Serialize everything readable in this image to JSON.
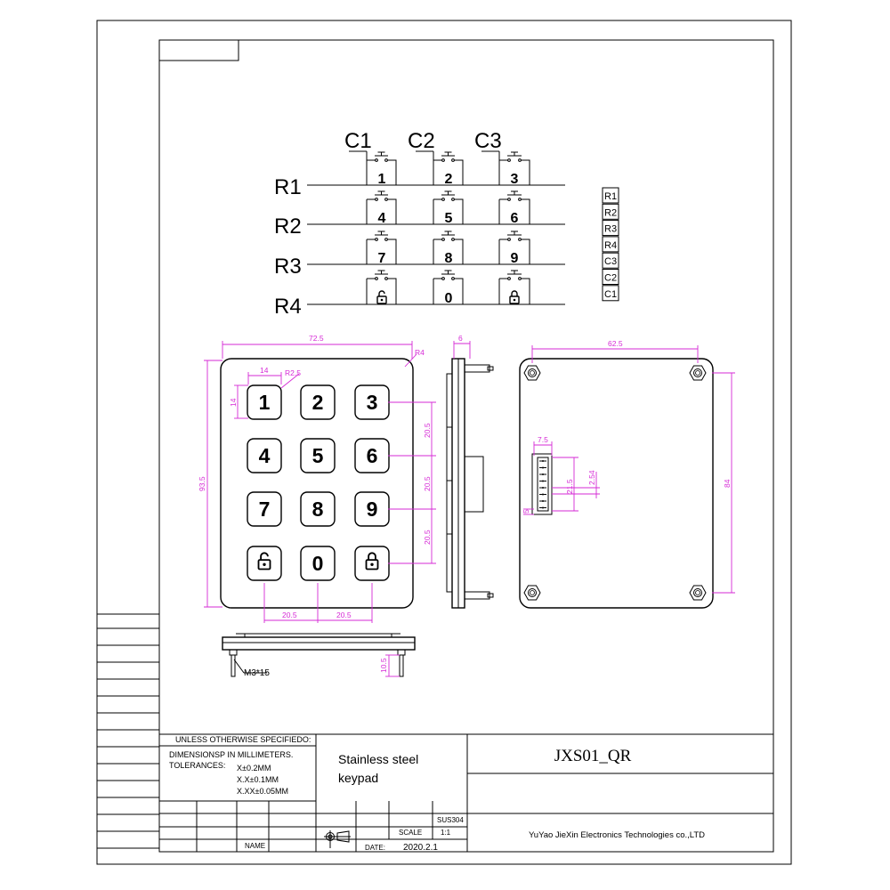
{
  "schematic": {
    "columns": [
      "C1",
      "C2",
      "C3"
    ],
    "rows": [
      "R1",
      "R2",
      "R3",
      "R4"
    ],
    "keys": [
      [
        "1",
        "2",
        "3"
      ],
      [
        "4",
        "5",
        "6"
      ],
      [
        "7",
        "8",
        "9"
      ],
      [
        "lock-open",
        "0",
        "lock-closed"
      ]
    ],
    "pins": [
      "R1",
      "R2",
      "R3",
      "R4",
      "C3",
      "C2",
      "C1"
    ]
  },
  "front_view": {
    "keys": [
      [
        "1",
        "2",
        "3"
      ],
      [
        "4",
        "5",
        "6"
      ],
      [
        "7",
        "8",
        "9"
      ],
      [
        "lock-open",
        "0",
        "lock-closed"
      ]
    ],
    "dims": {
      "width": "72.5",
      "height": "93.5",
      "corner_radius": "R4",
      "key_size_w": "14",
      "key_size_h": "14",
      "key_radius": "R2.5",
      "row_pitch_1": "20.5",
      "row_pitch_2": "20.5",
      "row_pitch_3": "20.5",
      "col_pitch_1": "20.5",
      "col_pitch_2": "20.5"
    }
  },
  "side_view": {
    "thickness": "6"
  },
  "bottom_view": {
    "stud_label": "M3*15",
    "stud_length": "10.5"
  },
  "rear_view": {
    "hole_spacing_w": "62.5",
    "hole_spacing_h": "84",
    "connector_w": "7.5",
    "connector_len": "21.5",
    "pin_pitch": "2.54",
    "edge_offset": "5"
  },
  "title_block": {
    "notes_header": "UNLESS OTHERWISE SPECIFIEDO:",
    "dimensions_note": "DIMENSIONSP IN MILLIMETERS.",
    "tolerances_label": "TOLERANCES:",
    "tol_1": "X±0.2MM",
    "tol_2": "X.X±0.1MM",
    "tol_3": "X.XX±0.05MM",
    "description_1": "Stainless steel",
    "description_2": "keypad",
    "part_number": "JXS01_QR",
    "material": "SUS304",
    "scale_label": "SCALE",
    "scale_value": "1:1",
    "name_label": "NAME",
    "date_label": "DATE:",
    "date_value": "2020.2.1",
    "company": "YuYao JieXin Electronics Technologies co.,LTD"
  }
}
